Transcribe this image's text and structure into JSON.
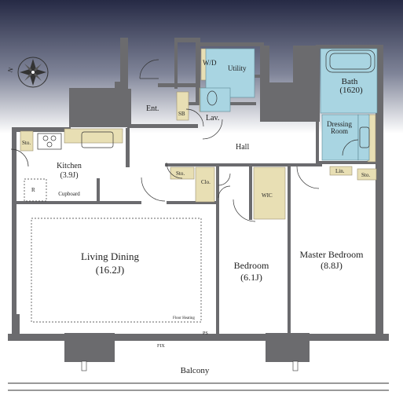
{
  "rooms": {
    "wd": "W/D",
    "utility": "Utility",
    "bath": "Bath",
    "bath_size": "(1620)",
    "ent": "Ent.",
    "sb": "SB",
    "lav": "Lav.",
    "dressing": "Dressing",
    "dressing_room": "Room",
    "hall": "Hall",
    "sto_left": "Sto.",
    "kitchen": "Kitchen",
    "kitchen_size": "(3.9J)",
    "r": "R",
    "cupboard": "Cupboard",
    "sto_mid": "Sto.",
    "clo": "Clo.",
    "wic": "WIC",
    "lin": "Lin.",
    "sto_right": "Sto.",
    "living": "Living Dining",
    "living_size": "(16.2J)",
    "floor_heating": "Floor Heating",
    "bedroom": "Bedroom",
    "bedroom_size": "(6.1J)",
    "master": "Master Bedroom",
    "master_size": "(8.8J)",
    "ps": "PS",
    "fix": "FIX",
    "balcony": "Balcony"
  },
  "compass": {
    "north_label": "N"
  },
  "colors": {
    "wall": "#6b6b6e",
    "tile": "#e8dfb4",
    "water": "#a9d5e2",
    "sky_top": "#2b2e4a",
    "sky_bottom": "#ffffff"
  }
}
